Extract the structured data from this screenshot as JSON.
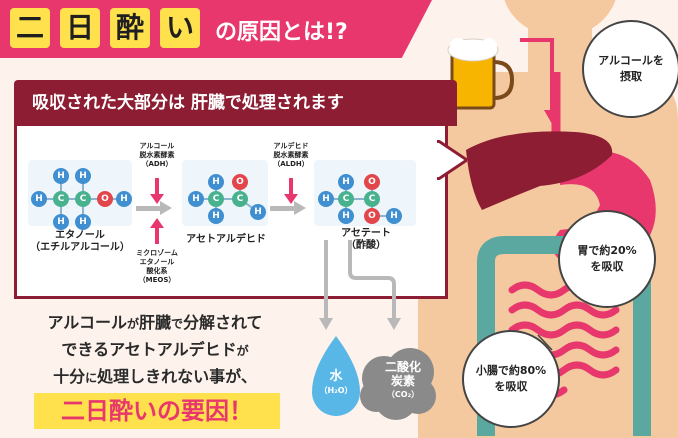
{
  "title": {
    "chars": [
      "二",
      "日",
      "酔",
      "い"
    ],
    "tail": "の原因とは!?"
  },
  "panel": {
    "heading": "吸収された大部分は 肝臓で処理されます"
  },
  "molecules": {
    "ethanol": {
      "line1": "エタノール",
      "line2": "（エチルアルコール）"
    },
    "acetaldehyde": {
      "label": "アセトアルデヒド"
    },
    "acetate": {
      "line1": "アセテート",
      "line2": "（酢酸）"
    }
  },
  "enzymes": {
    "adh": [
      "アルコール",
      "脱水素酵素",
      "（ADH）"
    ],
    "meos": [
      "ミクロゾーム",
      "エタノール",
      "酸化系",
      "（MEOS）"
    ],
    "aldh": [
      "アルデヒド",
      "脱水素酵素",
      "（ALDH）"
    ]
  },
  "atoms": {
    "H": "H",
    "C": "C",
    "O": "O"
  },
  "products": {
    "water": {
      "main": "水",
      "formula": "（H₂O）"
    },
    "co2": {
      "line1": "二酸化",
      "line2": "炭素",
      "formula": "（CO₂）"
    }
  },
  "body_text": {
    "l1a": "アルコール",
    "l1b": "が",
    "l1c": "肝臓",
    "l1d": "で",
    "l1e": "分解されて",
    "l2a": "できるアセトアルデヒド",
    "l2b": "が",
    "l3a": "十分",
    "l3b": "に",
    "l3c": "処理しきれない事",
    "l3d": "が、",
    "cause": "二日酔いの要因！"
  },
  "bubbles": {
    "intake": [
      "アルコールを",
      "摂取"
    ],
    "stomach": [
      "胃で約20%",
      "を吸収"
    ],
    "intestine": [
      "小腸で約80%",
      "を吸収"
    ]
  },
  "colors": {
    "pink": "#e8376d",
    "maroon": "#8c1d33",
    "yellow": "#ffe14d",
    "skin": "#f4c99f"
  }
}
